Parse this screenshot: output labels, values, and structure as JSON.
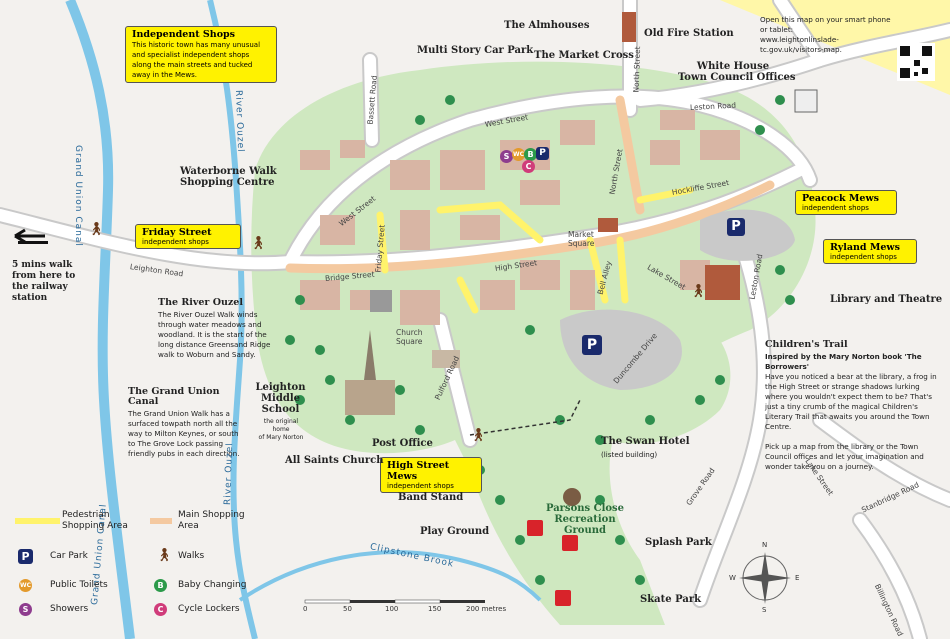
{
  "qr_note": {
    "line1": "Open this map on your smart phone or tablet:",
    "line2": "www.leightonlinslade-tc.gov.uk/visitors-map."
  },
  "callouts": {
    "independent_shops": {
      "title": "Independent Shops",
      "text": "This historic town has many unusual and specialist independent shops along the main streets and tucked away in the Mews."
    },
    "friday_street": {
      "title": "Friday Street",
      "sub": "independent shops"
    },
    "peacock_mews": {
      "title": "Peacock Mews",
      "sub": "independent shops"
    },
    "ryland_mews": {
      "title": "Ryland Mews",
      "sub": "independent shops"
    },
    "high_street_mews": {
      "title": "High Street Mews",
      "sub": "independent shops"
    }
  },
  "places": {
    "almhouses": "The Almhouses",
    "multi_story": "Multi Story Car Park",
    "market_cross": "The Market Cross",
    "old_fire_station": "Old Fire Station",
    "white_house_1": "White House",
    "white_house_2": "Town Council Offices",
    "waterborne_1": "Waterborne Walk",
    "waterborne_2": "Shopping Centre",
    "library": "Library and Theatre",
    "school_1": "Leighton",
    "school_2": "Middle",
    "school_3": "School",
    "school_sub_1": "the original home",
    "school_sub_2": "of Mary Norton",
    "post_office": "Post Office",
    "all_saints": "All Saints Church",
    "swan_hotel": "The Swan Hotel",
    "swan_sub": "(listed building)",
    "band_stand": "Band Stand",
    "parsons_1": "Parsons Close",
    "parsons_2": "Recreation",
    "parsons_3": "Ground",
    "play_ground": "Play Ground",
    "splash_park": "Splash Park",
    "skate_park": "Skate Park",
    "railway_1": "5 mins walk",
    "railway_2": "from here to",
    "railway_3": "the railway",
    "railway_4": "station"
  },
  "info": {
    "river_ouzel": {
      "title": "The River Ouzel",
      "text": "The River Ouzel Walk winds through water meadows and woodland. It is the start of the long distance Greensand Ridge walk to Woburn and Sandy."
    },
    "grand_union": {
      "title": "The Grand Union Canal",
      "text": "The Grand Union Walk has a surfaced towpath north all the way to Milton Keynes, or south to The Grove Lock passing friendly pubs in each direction."
    },
    "childrens_trail": {
      "title": "Children's Trail",
      "sub": "Inspired by the Mary Norton book 'The Borrowers'",
      "text1": "Have you noticed a bear at the library, a frog in the High Street or strange shadows lurking where you wouldn't expect them to be? That's just a tiny crumb of the magical Children's Literary Trail that awaits you around the Town Centre.",
      "text2": "Pick up a map from the library or the Town Council offices and let your imagination and wonder take you on a journey."
    }
  },
  "streets": {
    "west_street": "West Street",
    "west_street_2": "West Street",
    "leighton_road": "Leighton Road",
    "bridge_street": "Bridge Street",
    "friday_street": "Friday Street",
    "high_street": "High Street",
    "north_street": "North Street",
    "hockliffe_street": "Hockliffe Street",
    "leston_road": "Leston Road",
    "leston_road_2": "Leston Road",
    "lake_street": "Lake Street",
    "bell_alley": "Bell Alley",
    "market_square_1": "Market",
    "market_square_2": "Square",
    "church_square_1": "Church",
    "church_square_2": "Square",
    "pulford_road": "Pulford Road",
    "duncombe_drive": "Duncombe Drive",
    "grove_road": "Grove Road",
    "lake_street_2": "Lake Street",
    "stanbridge_road": "Stanbridge Road",
    "billington_road": "Billington Road",
    "bassett_road": "Bassett Road",
    "north_street_2": "North Street"
  },
  "water": {
    "grand_union": "Grand Union Canal",
    "grand_union_2": "Grand Union Canal",
    "river_ouzel": "River Ouzel",
    "river_ouzel_2": "River Ouzel",
    "clipstone": "Clipstone Brook"
  },
  "legend": {
    "pedestrian_1": "Pedestrian",
    "pedestrian_2": "Shopping Area",
    "main_1": "Main Shopping",
    "main_2": "Area",
    "car_park": "Car Park",
    "walks": "Walks",
    "toilets": "Public Toilets",
    "baby": "Baby Changing",
    "showers": "Showers",
    "cycle": "Cycle Lockers",
    "icon_p": "P",
    "icon_wc": "WC",
    "icon_b": "B",
    "icon_s": "S",
    "icon_c": "C"
  },
  "scale": {
    "ticks": [
      "0",
      "50",
      "100",
      "150",
      "200 metres"
    ]
  },
  "compass": {
    "n": "N",
    "s": "S",
    "e": "E",
    "w": "W"
  },
  "colors": {
    "road": "#ffffff",
    "road_edge": "#c9c9c9",
    "building": "#d8b5a4",
    "green": "#cfe8c0",
    "tree": "#2f8f4e",
    "water": "#7fc6e8",
    "pedestrian": "#fff36b",
    "main_shopping": "#f4c9a0",
    "yellow": "#fff200",
    "bg": "#f3f1ee"
  }
}
